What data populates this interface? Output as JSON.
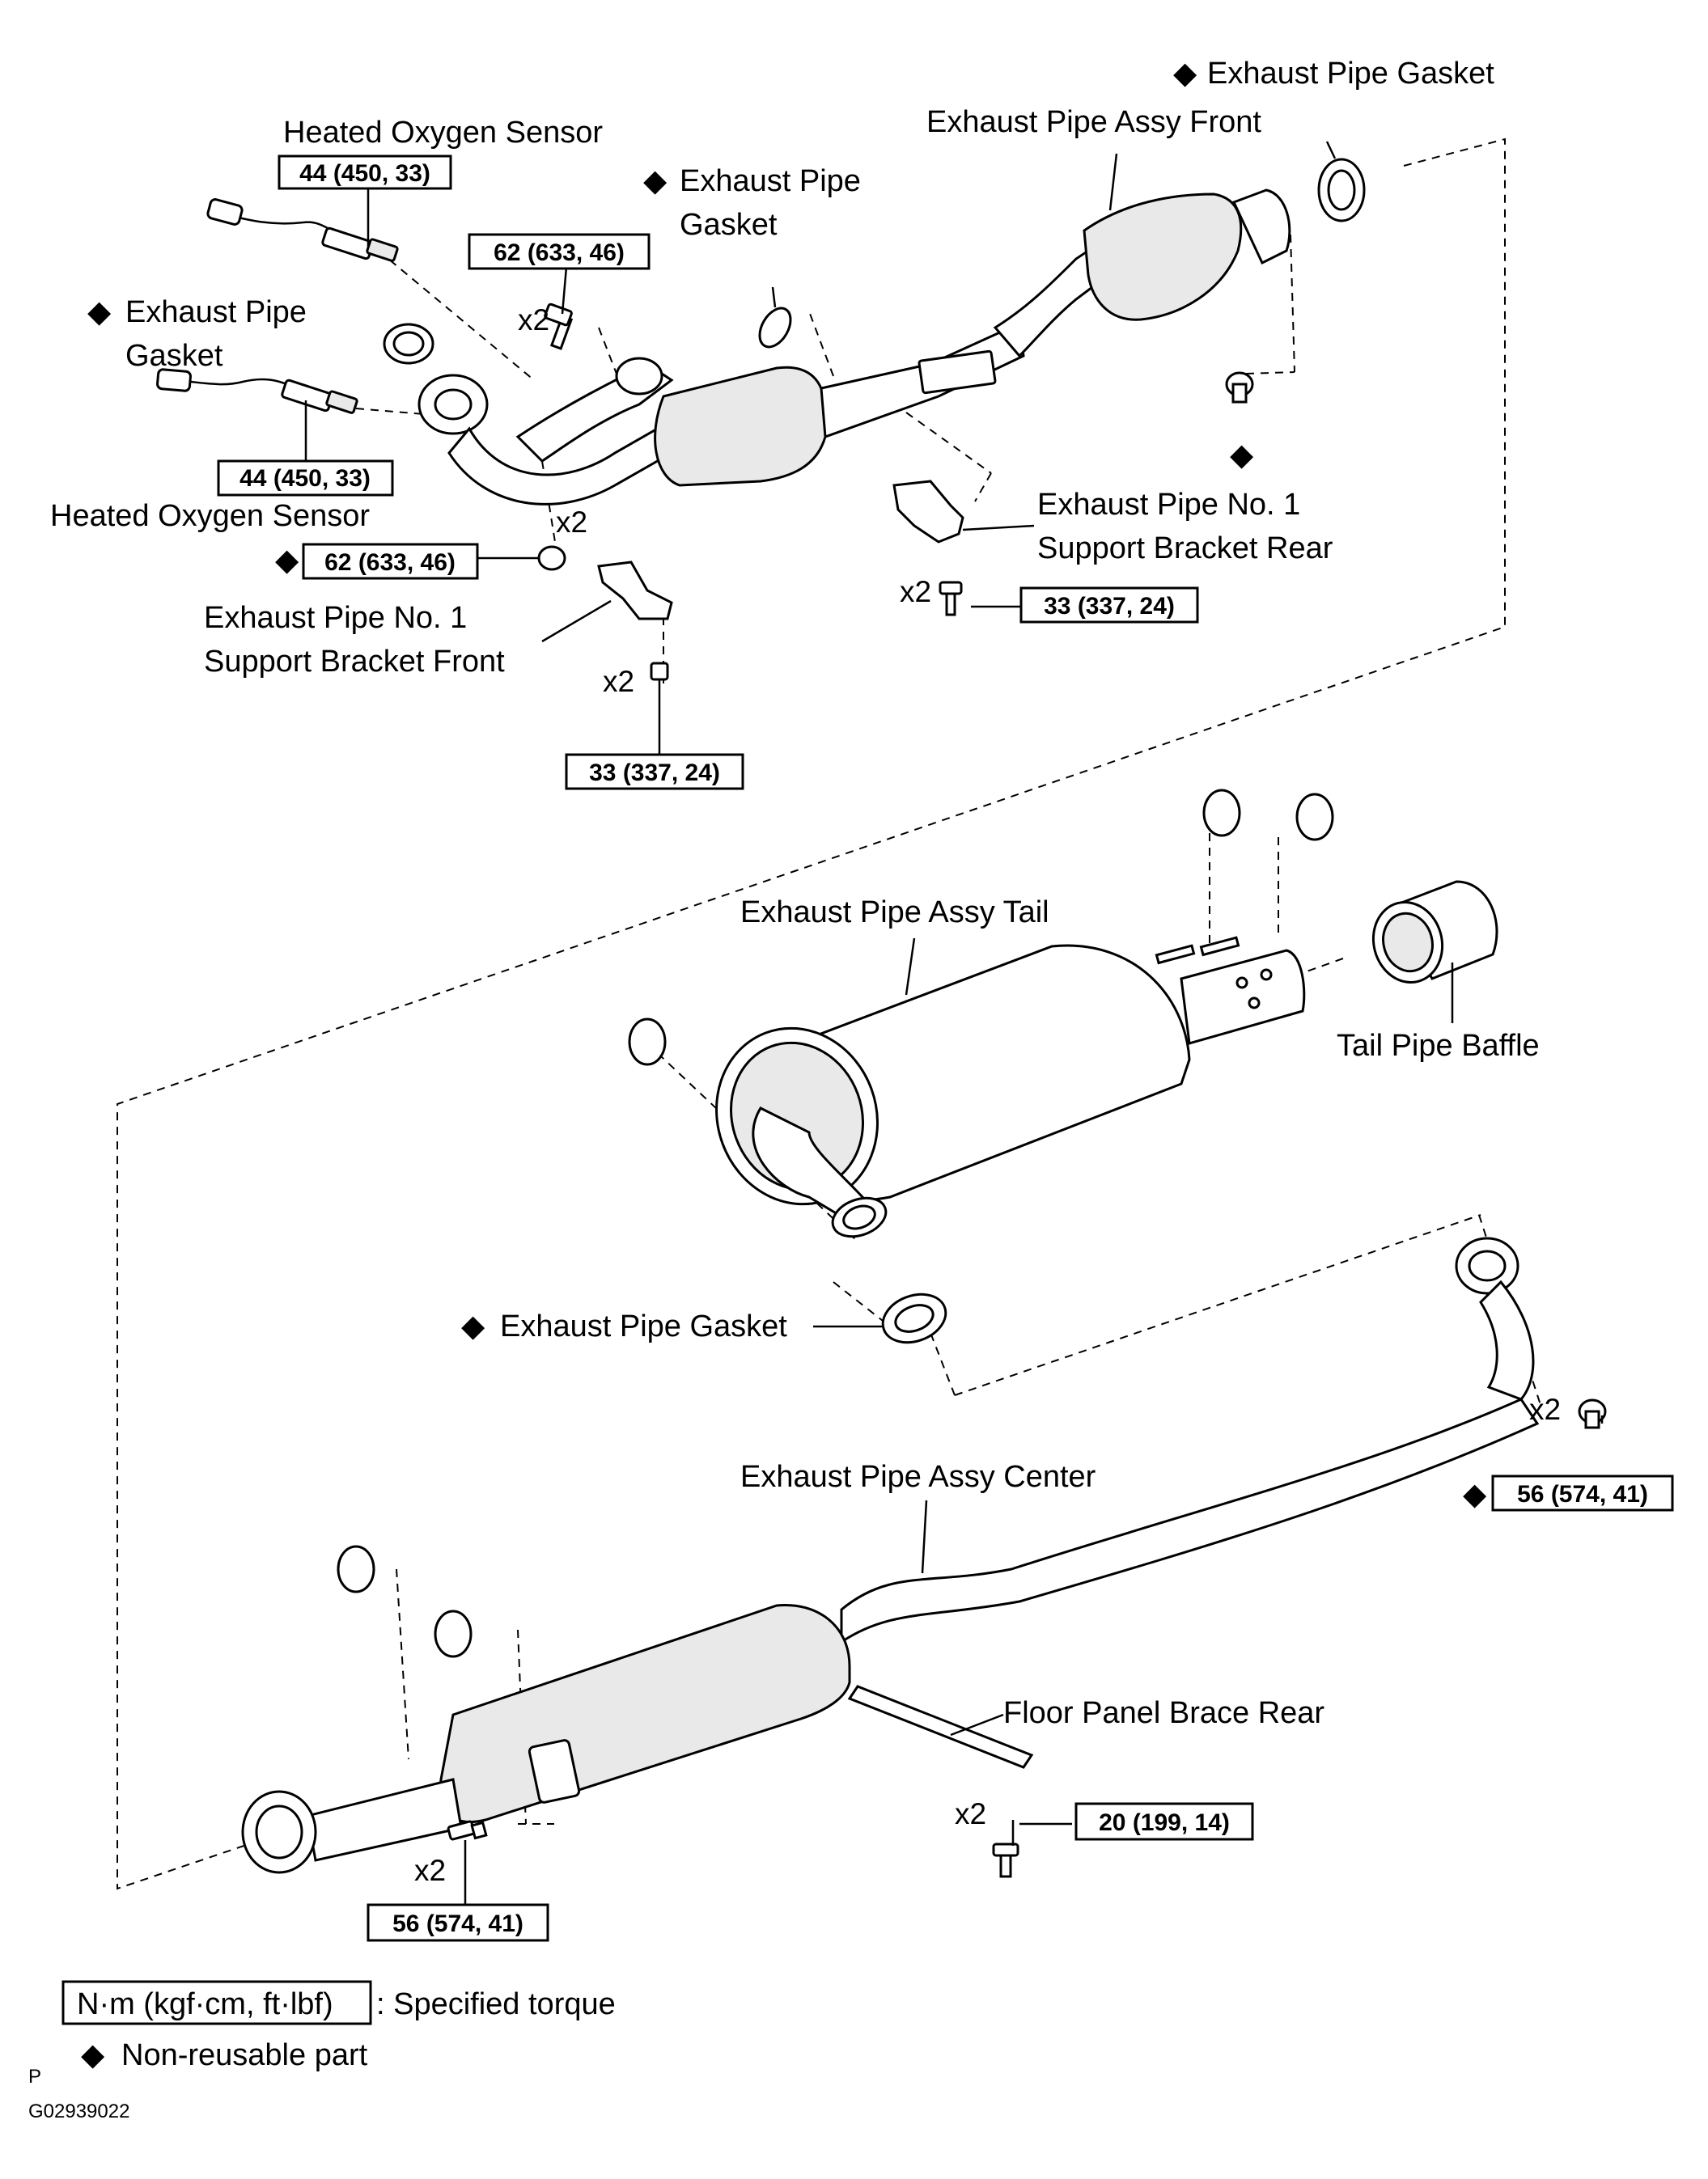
{
  "labels": {
    "heated_oxygen_sensor_top": "Heated Oxygen Sensor",
    "heated_oxygen_sensor_bottom": "Heated Oxygen Sensor",
    "exhaust_pipe_gasket_top_right": "Exhaust Pipe Gasket",
    "exhaust_pipe_assy_front": "Exhaust Pipe Assy Front",
    "exhaust_pipe_gasket_mid_l1": "Exhaust Pipe",
    "exhaust_pipe_gasket_mid_l2": "Gasket",
    "exhaust_pipe_gasket_left_l1": "Exhaust Pipe",
    "exhaust_pipe_gasket_left_l2": "Gasket",
    "support_bracket_rear_l1": "Exhaust Pipe No. 1",
    "support_bracket_rear_l2": "Support Bracket Rear",
    "support_bracket_front_l1": "Exhaust Pipe No. 1",
    "support_bracket_front_l2": "Support Bracket Front",
    "exhaust_pipe_assy_tail": "Exhaust Pipe Assy Tail",
    "tail_pipe_baffle": "Tail Pipe Baffle",
    "exhaust_pipe_gasket_lower": "Exhaust Pipe Gasket",
    "exhaust_pipe_assy_center": "Exhaust Pipe Assy Center",
    "floor_panel_brace_rear": "Floor Panel Brace Rear"
  },
  "torques": {
    "sensor_top": "44 (450, 33)",
    "sensor_bottom": "44 (450, 33)",
    "bolt_top": "62 (633, 46)",
    "nut_mid": "62 (633, 46)",
    "bracket_rear": "33 (337, 24)",
    "bracket_front": "33 (337, 24)",
    "center_right": "56 (574, 41)",
    "center_left": "56 (574, 41)",
    "brace": "20 (199, 14)"
  },
  "quantity_marks": {
    "bolt_top": "x2",
    "nut_mid": "x2",
    "bracket_rear": "x2",
    "bracket_front": "x2",
    "center_right": "x2",
    "brace": "x2",
    "center_left": "x2"
  },
  "legend": {
    "unit_box": "N·m (kgf·cm, ft·lbf)",
    "unit_text": ": Specified torque",
    "non_reusable_text": "Non-reusable part"
  },
  "footer": {
    "mark": "P",
    "figure_id": "G02939022"
  },
  "non_reusable_symbol": "◆"
}
